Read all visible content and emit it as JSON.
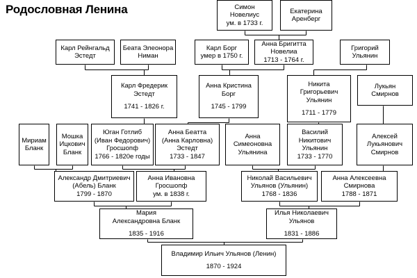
{
  "title": "Родословная Ленина",
  "persons": [
    {
      "id": "simon",
      "lines": [
        "Симон",
        "Новелиус",
        "ум. в 1733 г."
      ]
    },
    {
      "id": "ekaterina",
      "lines": [
        "Екатерина",
        "Аренберг"
      ]
    },
    {
      "id": "karl-reyngald",
      "lines": [
        "Карл Рейнгальд",
        "Эстедт"
      ]
    },
    {
      "id": "beata-eleonora",
      "lines": [
        "Беата Элеонора",
        "Ниман"
      ]
    },
    {
      "id": "karl-borg",
      "lines": [
        "Карл Борг",
        "умер в 1750 г."
      ]
    },
    {
      "id": "anna-brigitta",
      "lines": [
        "Анна Бригитта",
        "Новелиа",
        "1713 - 1764 г."
      ]
    },
    {
      "id": "grigoriy",
      "lines": [
        "Григорий",
        "Ульянин"
      ]
    },
    {
      "id": "karl-frederik",
      "lines": [
        "Карл Фредерик",
        "Эстедт",
        "1741 - 1826 г."
      ]
    },
    {
      "id": "anna-kristina",
      "lines": [
        "Анна Кристина",
        "Борг",
        "1745 - 1799"
      ]
    },
    {
      "id": "nikita",
      "lines": [
        "Никита",
        "Григорьевич",
        "Ульянин",
        "1711 - 1779"
      ]
    },
    {
      "id": "lukyan",
      "lines": [
        "Лукьян",
        "Смирнов"
      ]
    },
    {
      "id": "miriam",
      "lines": [
        "Мириам",
        "Бланк"
      ]
    },
    {
      "id": "moshka",
      "lines": [
        "Мошка",
        "Ицкович",
        "Бланк"
      ]
    },
    {
      "id": "yugan",
      "lines": [
        "Юган Готлиб",
        "(Иван Федорович)",
        "Гросшопф",
        "1766 - 1820е годы"
      ]
    },
    {
      "id": "anna-beatta",
      "lines": [
        "Анна Беатта",
        "(Анна Карловна)",
        "Эстедт",
        "1733 - 1847"
      ]
    },
    {
      "id": "anna-simeonovna",
      "lines": [
        "Анна",
        "Симеоновна",
        "Ульянина"
      ]
    },
    {
      "id": "vasiliy",
      "lines": [
        "Василий",
        "Никитович",
        "Ульянин",
        "1733 - 1770"
      ]
    },
    {
      "id": "aleksey",
      "lines": [
        "Алексей",
        "Лукьянович",
        "Смирнов"
      ]
    },
    {
      "id": "aleksandr",
      "lines": [
        "Александр Дмитриевич",
        "(Абель) Бланк",
        "1799 - 1870"
      ]
    },
    {
      "id": "anna-ivanovna",
      "lines": [
        "Анна Ивановна",
        "Гросшопф",
        "ум. в 1838 г."
      ]
    },
    {
      "id": "nikolay",
      "lines": [
        "Николай Васильевич",
        "Ульянов (Ульянин)",
        "1768 - 1836"
      ]
    },
    {
      "id": "anna-alekseevna",
      "lines": [
        "Анна Алексеевна",
        "Смирнова",
        "1788 - 1871"
      ]
    },
    {
      "id": "maria",
      "lines": [
        "Мария",
        "Александровна Бланк",
        "1835 - 1916"
      ]
    },
    {
      "id": "ilya",
      "lines": [
        "Илья Николаевич",
        "Ульянов",
        "1831 - 1886"
      ]
    },
    {
      "id": "vladimir",
      "lines": [
        "Владимир Ильич Ульянов (Ленин)",
        "1870 - 1924"
      ]
    }
  ]
}
